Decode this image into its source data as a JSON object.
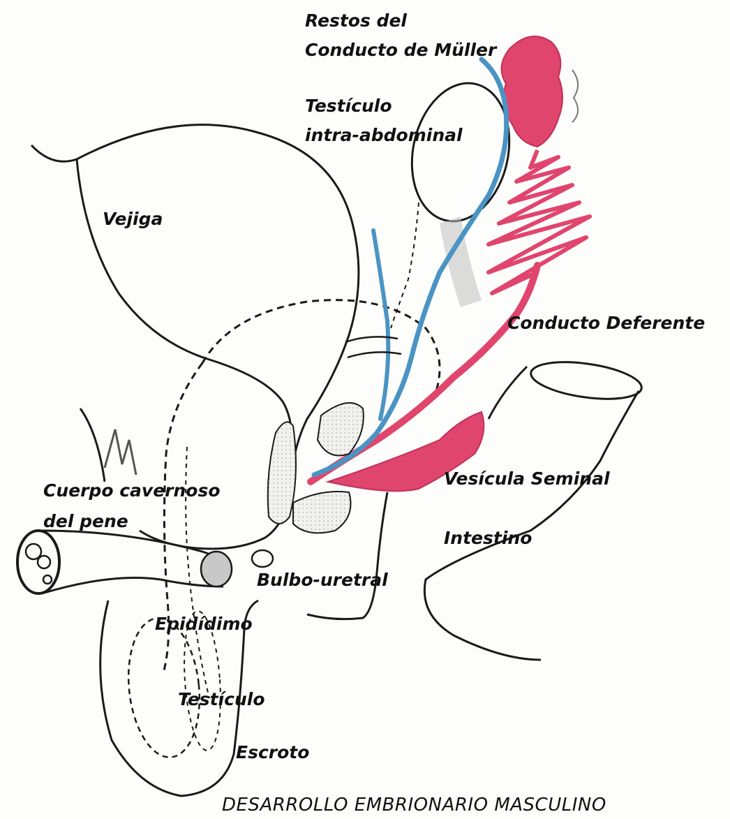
{
  "title": "DESARROLLO EMBRIONARIO MASCULINO",
  "labels": {
    "restos_line1": "Restos del",
    "restos_line2": "Conducto de Müller",
    "testiculo_intra_line1": "Testículo",
    "testiculo_intra_line2": "intra-abdominal",
    "vejiga": "Vejiga",
    "conducto_deferente": "Conducto Deferente",
    "vesicula_seminal": "Vesícula Seminal",
    "intestino": "Intestino",
    "cuerpo_cavernoso_line1": "Cuerpo cavernoso",
    "cuerpo_cavernoso_line2": "del pene",
    "bulbo_uretral": "Bulbo-uretral",
    "epididimo": "Epidídimo",
    "testiculo": "Testículo",
    "escroto": "Escroto"
  },
  "colors": {
    "outline": "#1a1a1a",
    "mullerian_remnant": "#e0456e",
    "vas_deferens": "#e0456e",
    "wolffian_duct": "#4a94c4",
    "gland_fill": "#eeeeea",
    "background": "#fdfdfb"
  }
}
